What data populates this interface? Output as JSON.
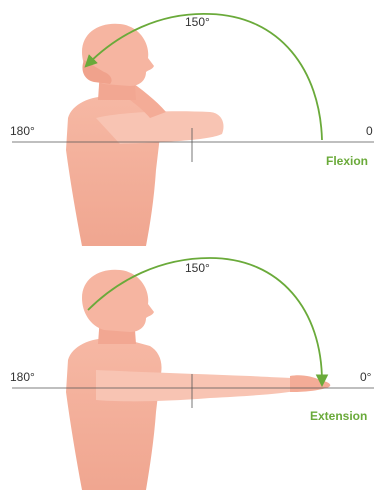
{
  "colors": {
    "skin": "#f5b09c",
    "skin_light": "#f8c6b6",
    "skin_shadow": "#ee9c88",
    "arc": "#6aaa3a",
    "axis": "#555555"
  },
  "panels": [
    {
      "motion_label": "Flexion",
      "arc_angle_label": "150°",
      "left_label": "180°",
      "right_label": "0"
    },
    {
      "motion_label": "Extension",
      "arc_angle_label": "150°",
      "left_label": "180°",
      "right_label": "0°"
    }
  ]
}
